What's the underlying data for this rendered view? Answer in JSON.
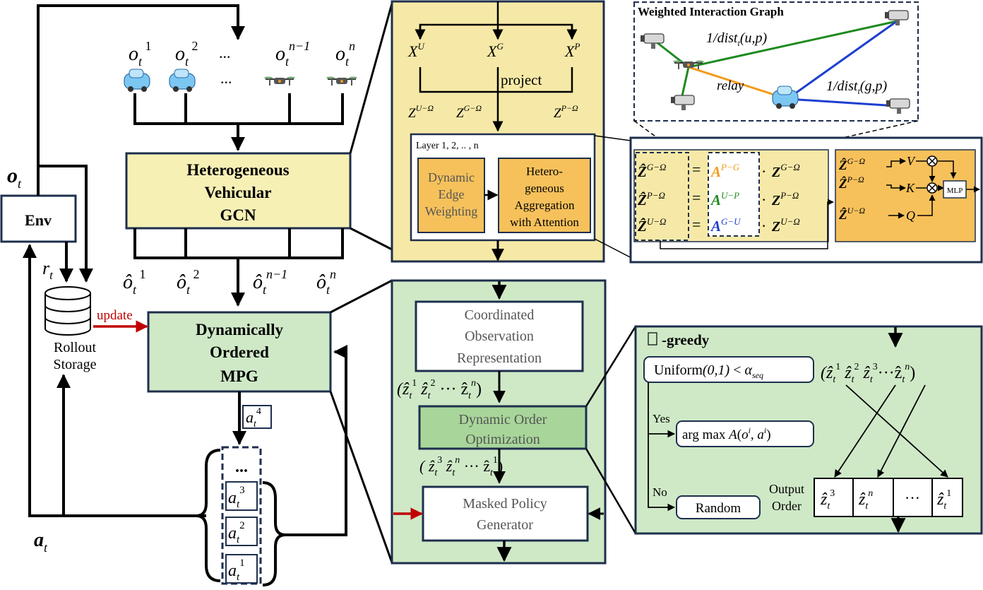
{
  "labels": {
    "obs": [
      "o_t^1",
      "o_t^2",
      "...",
      "o_t^{n-1}",
      "o_t^n"
    ],
    "hat_obs": [
      "ô_t^1",
      "ô_t^2",
      "ô_t^{n-1}",
      "ô_t^n"
    ],
    "env": "Env",
    "o_t": "o_t",
    "r_t": "r_t",
    "a_t": "a_t",
    "rollout_line1": "Rollout",
    "rollout_line2": "Storage",
    "update": "update",
    "hvgcn_line1": "Heterogeneous",
    "hvgcn_line2": "Vehicular",
    "hvgcn_line3": "GCN",
    "mpg_line1": "Dynamically",
    "mpg_line2": "Ordered",
    "mpg_line3": "MPG",
    "a4": "a_t^4",
    "a3": "a_t^3",
    "a2": "a_t^2",
    "a1": "a_t^1",
    "stack_dots": "...",
    "ellipsis": "..."
  },
  "gcn_panel": {
    "xu": "X^U",
    "xg": "X^G",
    "xp": "X^P",
    "project": "project",
    "zu": "Z^{U-Ω}",
    "zg": "Z^{G-Ω}",
    "zp": "Z^{P-Ω}",
    "layers": "Layer 1, 2, .. , n",
    "dew_line1": "Dynamic",
    "dew_line2": "Edge",
    "dew_line3": "Weighting",
    "haa_line1": "Hetero-",
    "haa_line2": "geneous",
    "haa_line3": "Aggregation",
    "haa_line4": "with Attention"
  },
  "graph_panel": {
    "title": "Weighted Interaction Graph",
    "edge_up": "1/dist_t(u,p)",
    "edge_gp": "1/dist_t(g,p)",
    "relay": "relay"
  },
  "attention_panel": {
    "zg": "Ẑ^{G-Ω}",
    "zp": "Ẑ^{P-Ω}",
    "zu": "Ẑ^{U-Ω}",
    "apg": "A^{P-G}",
    "aup": "A^{U-P}",
    "agu": "A^{G-U}",
    "zg2": "Z^{G-Ω}",
    "zp2": "Z^{P-Ω}",
    "zu2": "Z^{U-Ω}",
    "v": "V",
    "k": "K",
    "q": "Q",
    "mlp": "MLP"
  },
  "mpg_panel": {
    "cor_line1": "Coordinated",
    "cor_line2": "Observation",
    "cor_line3": "Representation",
    "seq1": "(ẑ_t^1 ẑ_t^2 ... ẑ_t^n)",
    "doo_line1": "Dynamic Order",
    "doo_line2": "Optimization",
    "seq2": "(ẑ_t^3 ẑ_t^n ... ẑ_t^1)",
    "mpg_line1": "Masked Policy",
    "mpg_line2": "Generator"
  },
  "greedy_panel": {
    "title": "-greedy",
    "cond": "Uniform(0,1) < α_seq",
    "yes": "Yes",
    "no": "No",
    "argmax": "arg max A(o^i, a^i)",
    "random": "Random",
    "seq": "(ẑ_t^1 ẑ_t^2 ẑ_t^3 ... ẑ_t^n)",
    "output_line1": "Output",
    "output_line2": "Order",
    "out_cells": [
      "ẑ_t^3",
      "ẑ_t^n",
      "...",
      "ẑ_t^1"
    ]
  },
  "colors": {
    "yellow_fill": "#f7f0b5",
    "yellow_panel": "#f6e9a7",
    "orange_fill": "#f6c15b",
    "green_fill": "#cfe9c7",
    "green_box": "#d7efcf",
    "navy": "#1e2f4d",
    "orange_edge": "#f39a1a",
    "green_edge": "#1e8a1e",
    "blue_edge": "#1d3fd0",
    "red_arrow": "#c00000"
  }
}
